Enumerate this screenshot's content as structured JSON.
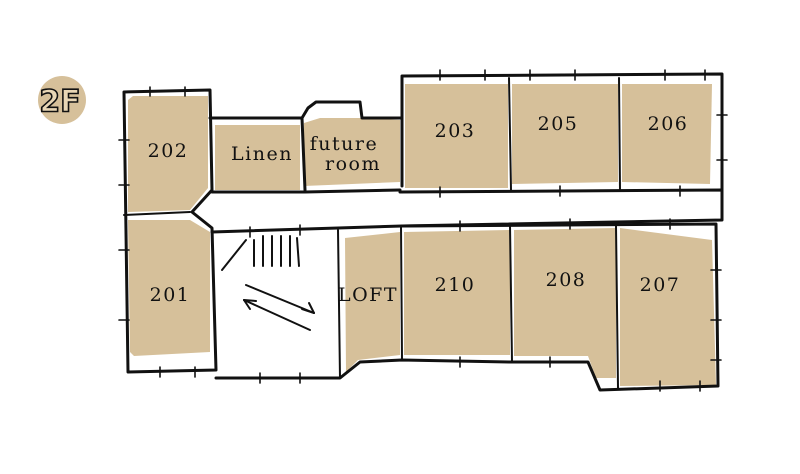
{
  "floor": {
    "label": "2F"
  },
  "rooms": {
    "r202": "202",
    "linen": "Linen",
    "future_line1": "future",
    "future_line2": "room",
    "r203": "203",
    "r205": "205",
    "r206": "206",
    "r201": "201",
    "loft": "LOFT",
    "r210": "210",
    "r208": "208",
    "r207": "207"
  },
  "colors": {
    "room_fill": "#d6c09a",
    "wall": "#111111",
    "badge_fill": "#d6c09a",
    "background": "#ffffff"
  },
  "icons": {
    "stairs": "stairs-icon",
    "direction": "double-arrow-icon"
  }
}
